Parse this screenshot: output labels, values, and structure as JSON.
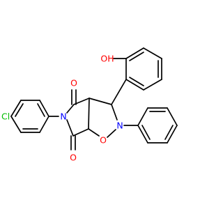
{
  "molecule": {
    "atom_labels": {
      "hydroxyl": "OH",
      "carbonyl_upper": "O",
      "carbonyl_lower": "O",
      "imide_nitrogen": "N",
      "isoxazolidine_nitrogen": "N",
      "isoxazolidine_oxygen": "O",
      "chlorine": "Cl"
    },
    "colors": {
      "bond": "#000000",
      "oxygen": "#ff0000",
      "nitrogen": "#0000ff",
      "chlorine": "#00bb00",
      "background": "#ffffff"
    }
  }
}
